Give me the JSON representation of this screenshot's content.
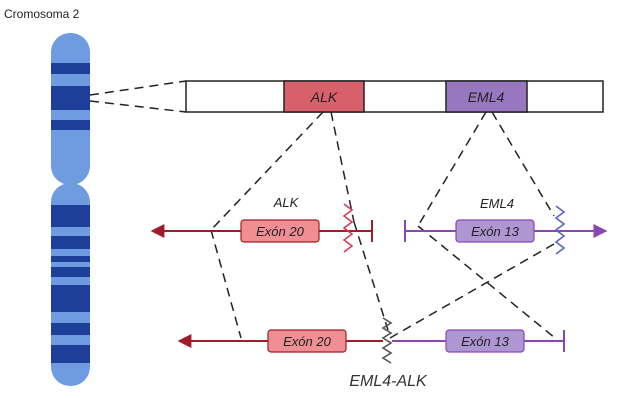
{
  "title": "Cromosoma 2",
  "gene_bar": {
    "alk": "ALK",
    "eml4": "EML4"
  },
  "genes": {
    "alk": {
      "name": "ALK",
      "exon": "Exón 20"
    },
    "eml4": {
      "name": "EML4",
      "exon": "Exón 13"
    }
  },
  "fusion": {
    "name": "EML4-ALK",
    "alk_exon": "Exón 20",
    "eml4_exon": "Exón 13"
  },
  "colors": {
    "chromosome_light": "#6f9be0",
    "chromosome_band": "#1d3f9a",
    "alk_line": "#a01c28",
    "alk_box": "#ef8f93",
    "alk_box_bar": "#d8606a",
    "eml4_line": "#8a46b2",
    "eml4_box": "#ad96d2",
    "eml4_box_bar": "#9777c0",
    "alk_wave": "#d33a5a",
    "eml4_wave": "#5a63c9",
    "fusion_wave": "#555555"
  }
}
